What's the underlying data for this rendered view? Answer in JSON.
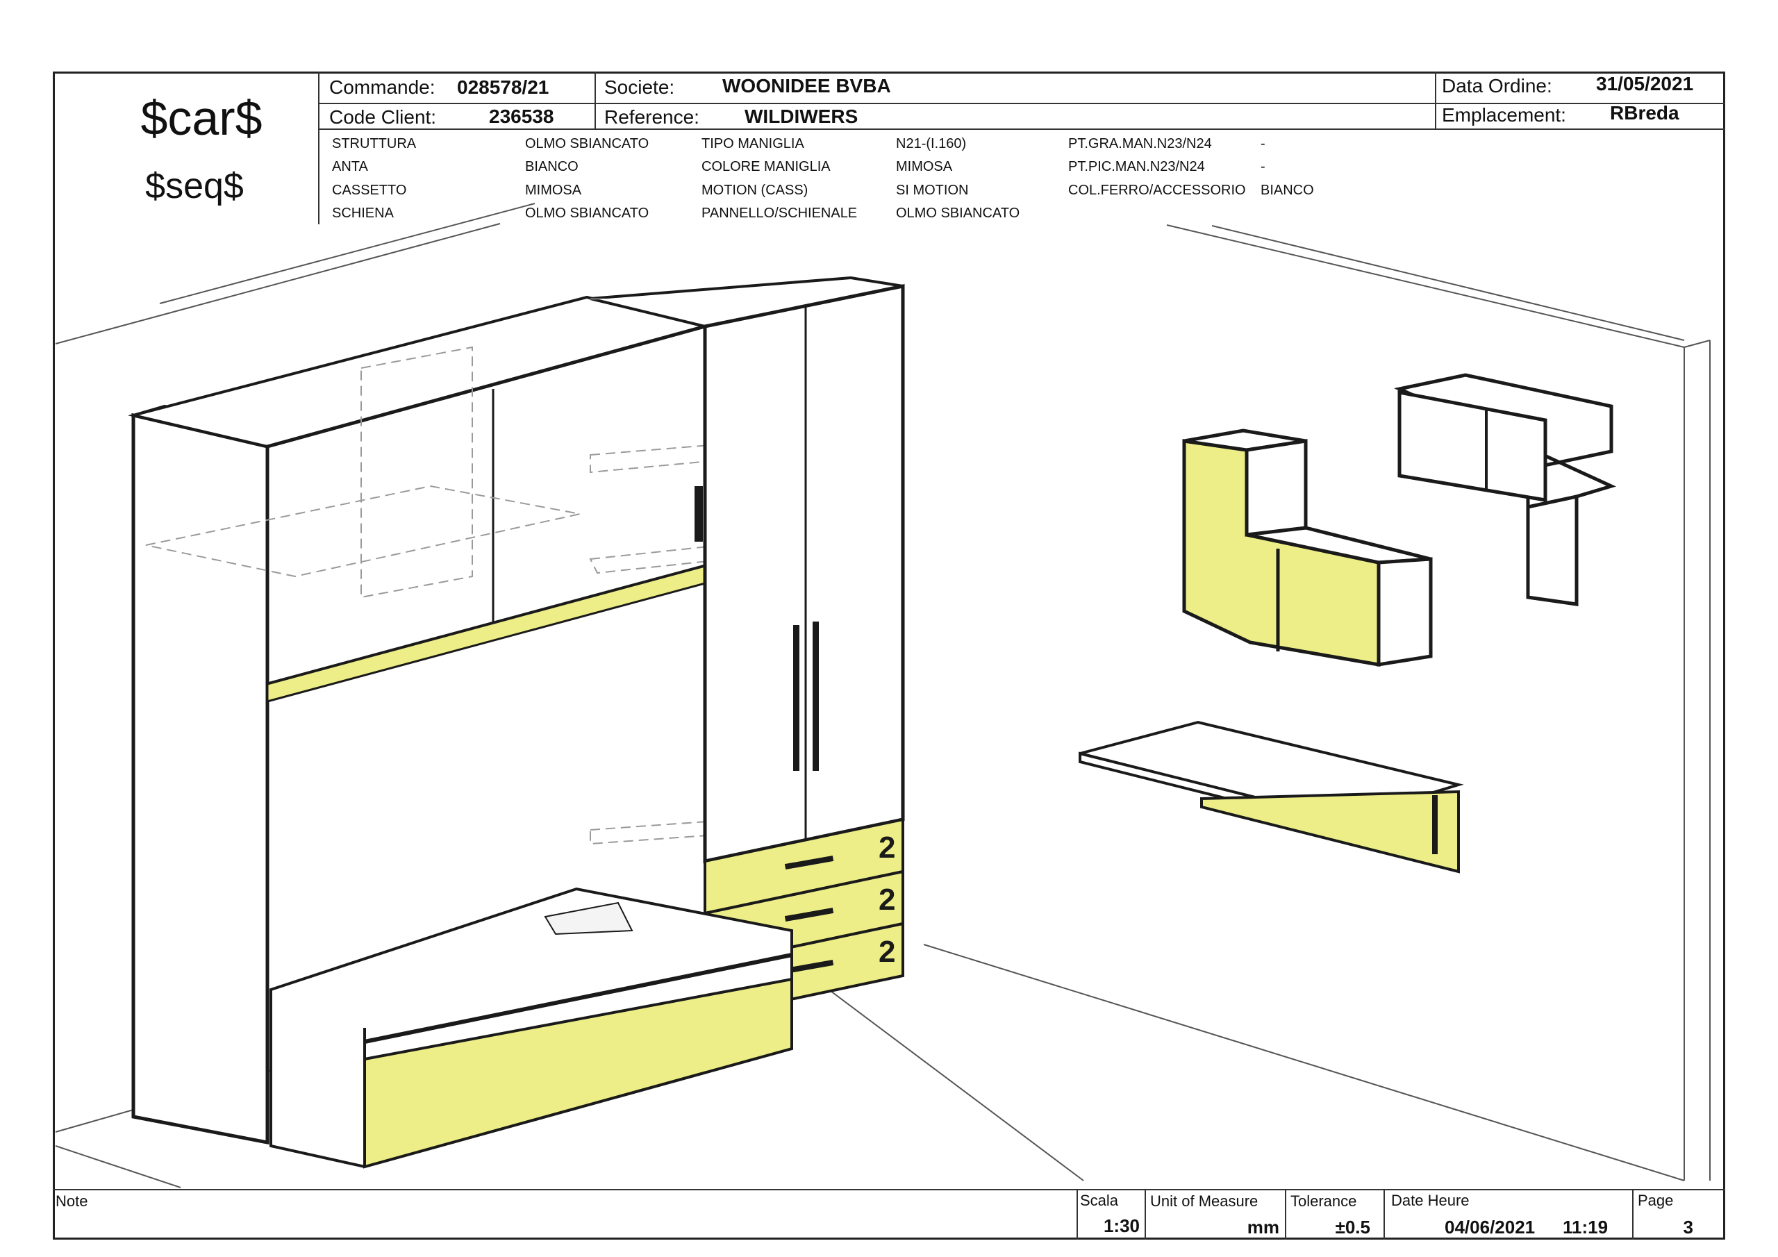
{
  "logo": {
    "line1": "$car$",
    "line2": "$seq$"
  },
  "header": {
    "commande_label": "Commande:",
    "commande_value": "028578/21",
    "societe_label": "Societe:",
    "societe_value": "WOONIDEE BVBA",
    "data_ordine_label": "Data Ordine:",
    "data_ordine_value": "31/05/2021",
    "code_client_label": "Code Client:",
    "code_client_value": "236538",
    "reference_label": "Reference:",
    "reference_value": "WILDIWERS",
    "emplacement_label": "Emplacement:",
    "emplacement_value": "RBreda"
  },
  "specs": {
    "col1": [
      {
        "label": "STRUTTURA",
        "value": "OLMO SBIANCATO"
      },
      {
        "label": "ANTA",
        "value": "BIANCO"
      },
      {
        "label": "CASSETTO",
        "value": "MIMOSA"
      },
      {
        "label": "SCHIENA",
        "value": "OLMO SBIANCATO"
      }
    ],
    "col2": [
      {
        "label": "TIPO MANIGLIA",
        "value": "N21-(I.160)"
      },
      {
        "label": "COLORE MANIGLIA",
        "value": "MIMOSA"
      },
      {
        "label": "MOTION (CASS)",
        "value": "SI MOTION"
      },
      {
        "label": "PANNELLO/SCHIENALE",
        "value": "OLMO SBIANCATO"
      }
    ],
    "col3": [
      {
        "label": "PT.GRA.MAN.N23/N24",
        "value": "-"
      },
      {
        "label": "PT.PIC.MAN.N23/N24",
        "value": "-"
      },
      {
        "label": "COL.FERRO/ACCESSORIO",
        "value": "BIANCO"
      }
    ]
  },
  "drawing": {
    "drawer_labels": [
      "2",
      "2",
      "2"
    ],
    "colors": {
      "accent": "#eeee88",
      "line": "#1a1a1a",
      "panel": "#ffffff",
      "ghost": "#9a9a9a"
    }
  },
  "footer": {
    "note_label": "Note",
    "scala_label": "Scala",
    "scala_value": "1:30",
    "unit_label": "Unit of Measure",
    "unit_value": "mm",
    "tolerance_label": "Tolerance",
    "tolerance_value": "±0.5",
    "date_label": "Date Heure",
    "date_value": "04/06/2021",
    "time_value": "11:19",
    "page_label": "Page",
    "page_value": "3"
  }
}
